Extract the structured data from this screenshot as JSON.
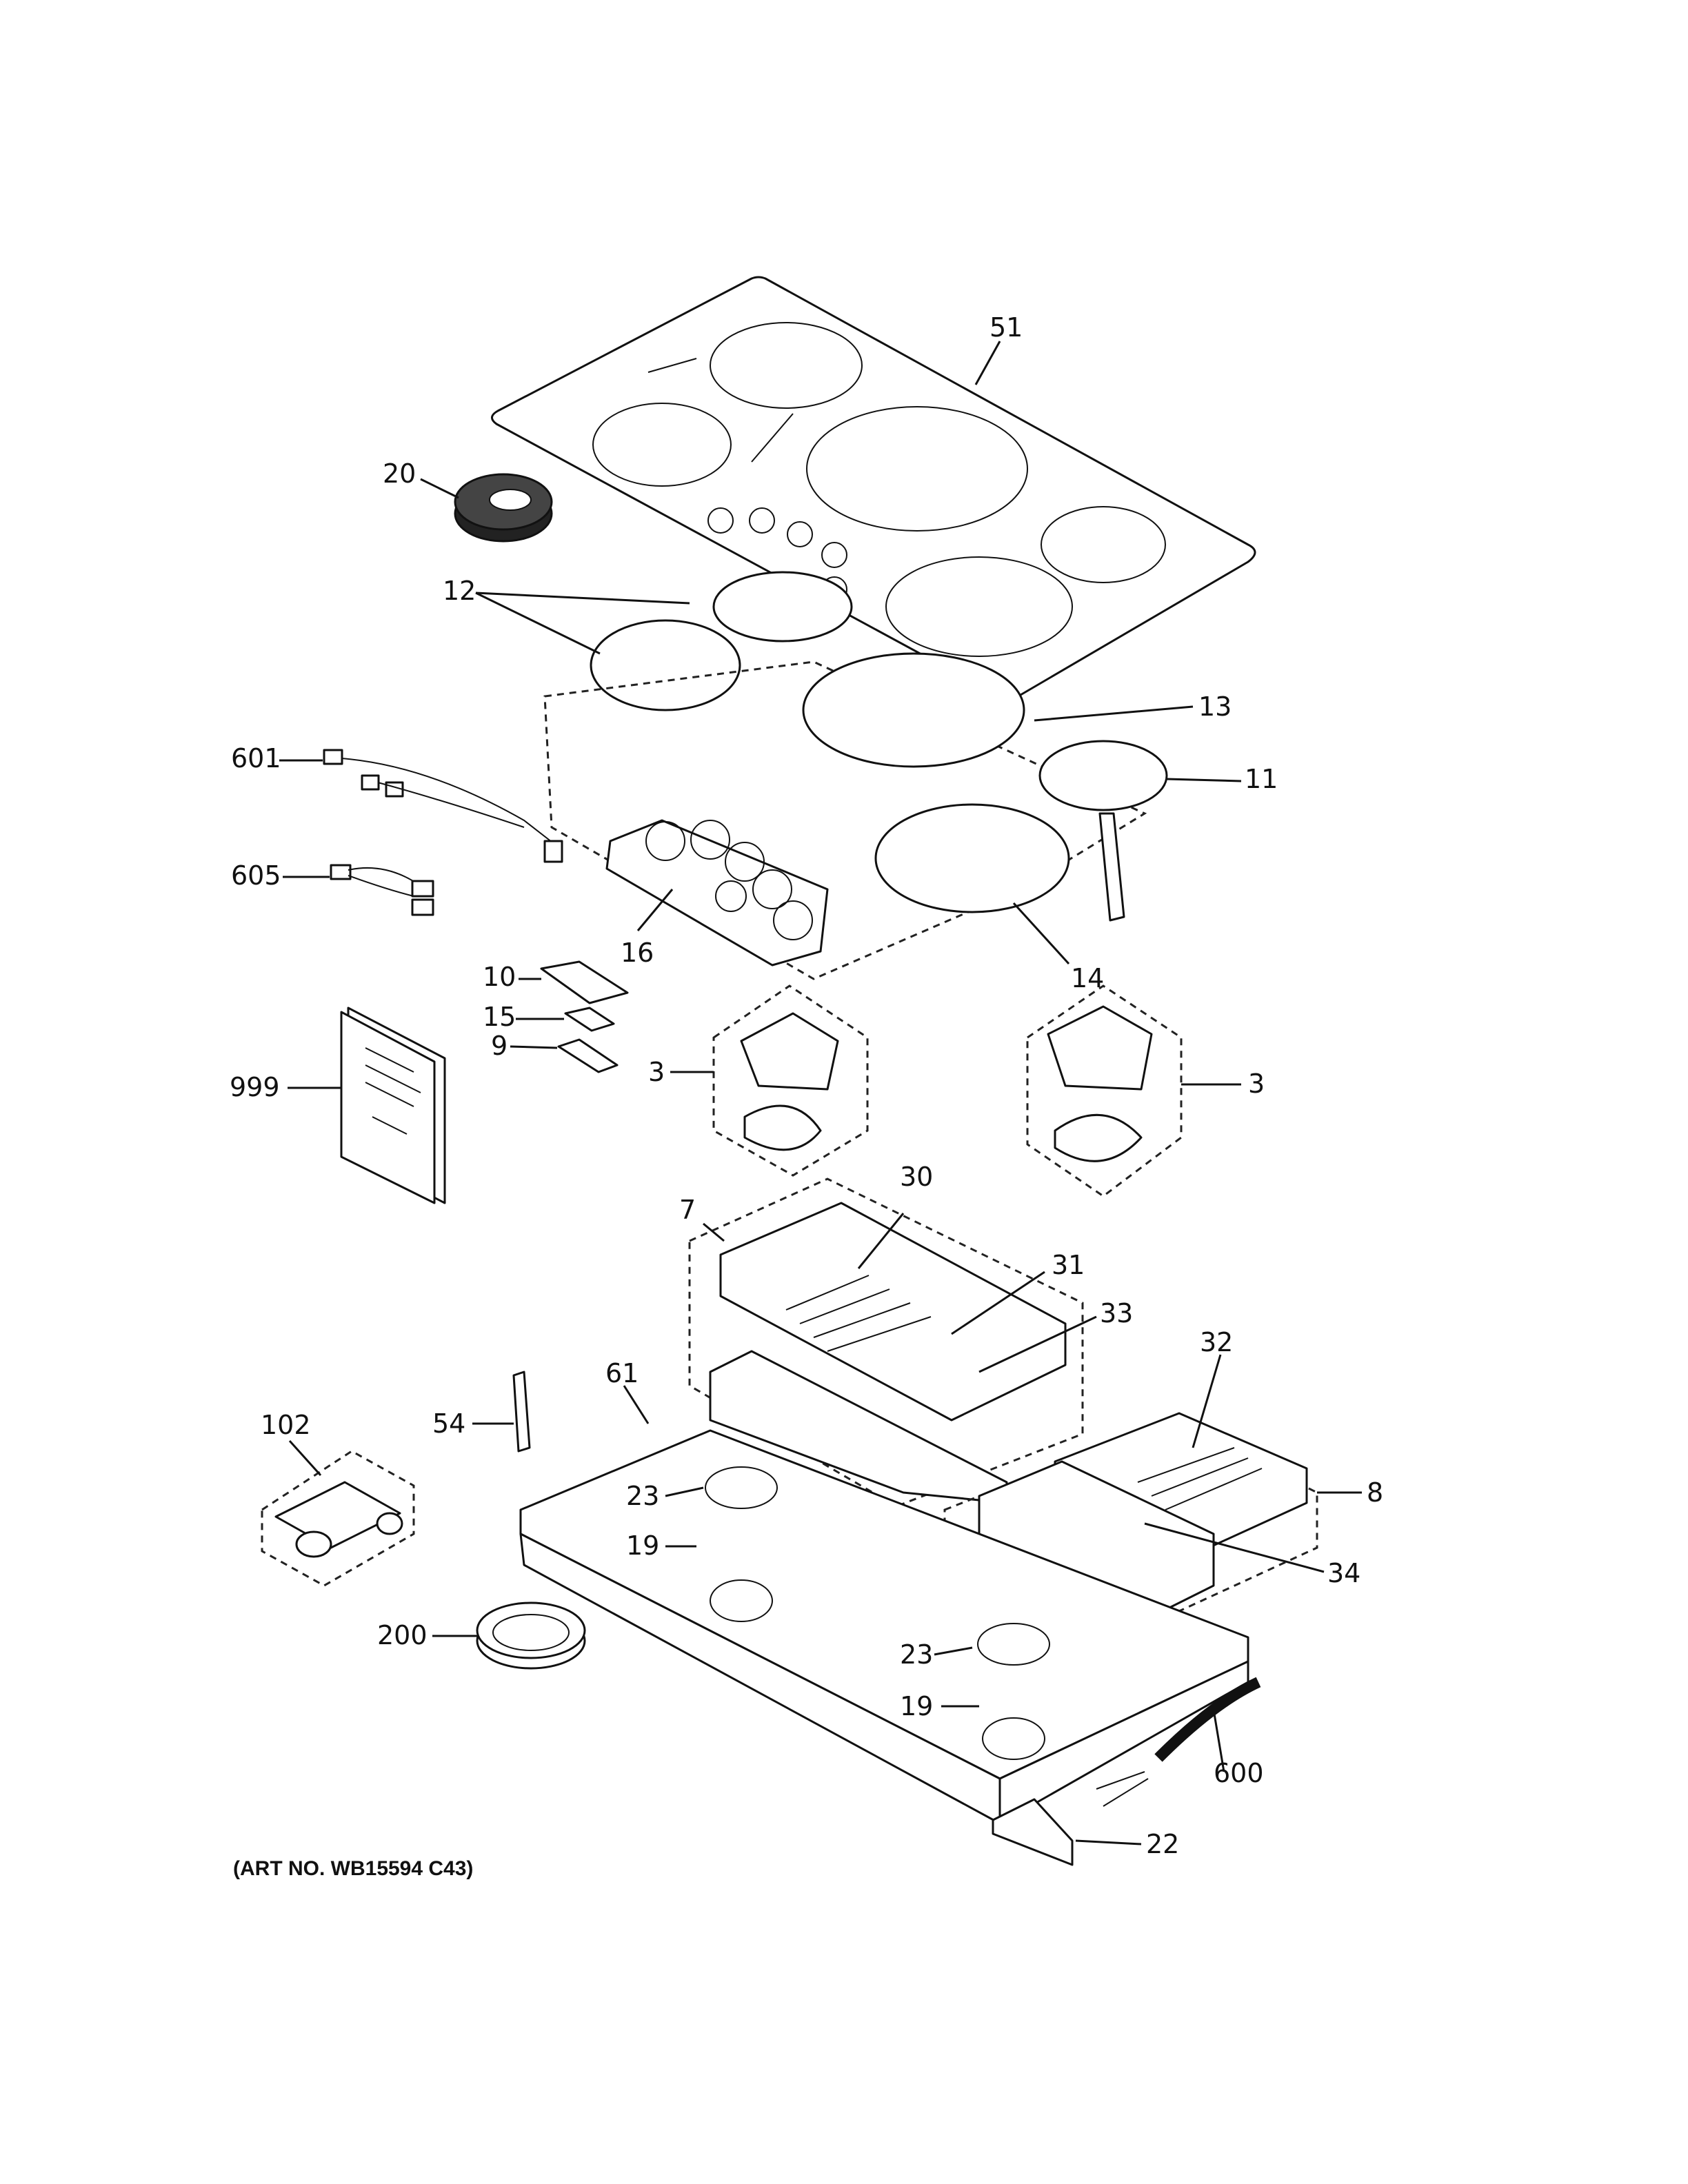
{
  "caption": "(ART NO. WB15594 C43)",
  "callouts": [
    "51",
    "20",
    "12",
    "13",
    "11",
    "601",
    "605",
    "16",
    "14",
    "10",
    "15",
    "9",
    "999",
    "3",
    "3",
    "30",
    "7",
    "31",
    "33",
    "32",
    "8",
    "61",
    "54",
    "102",
    "23",
    "19",
    "34",
    "200",
    "23",
    "19",
    "600",
    "22"
  ],
  "colors": {
    "line": "#111111",
    "background": "#ffffff"
  }
}
